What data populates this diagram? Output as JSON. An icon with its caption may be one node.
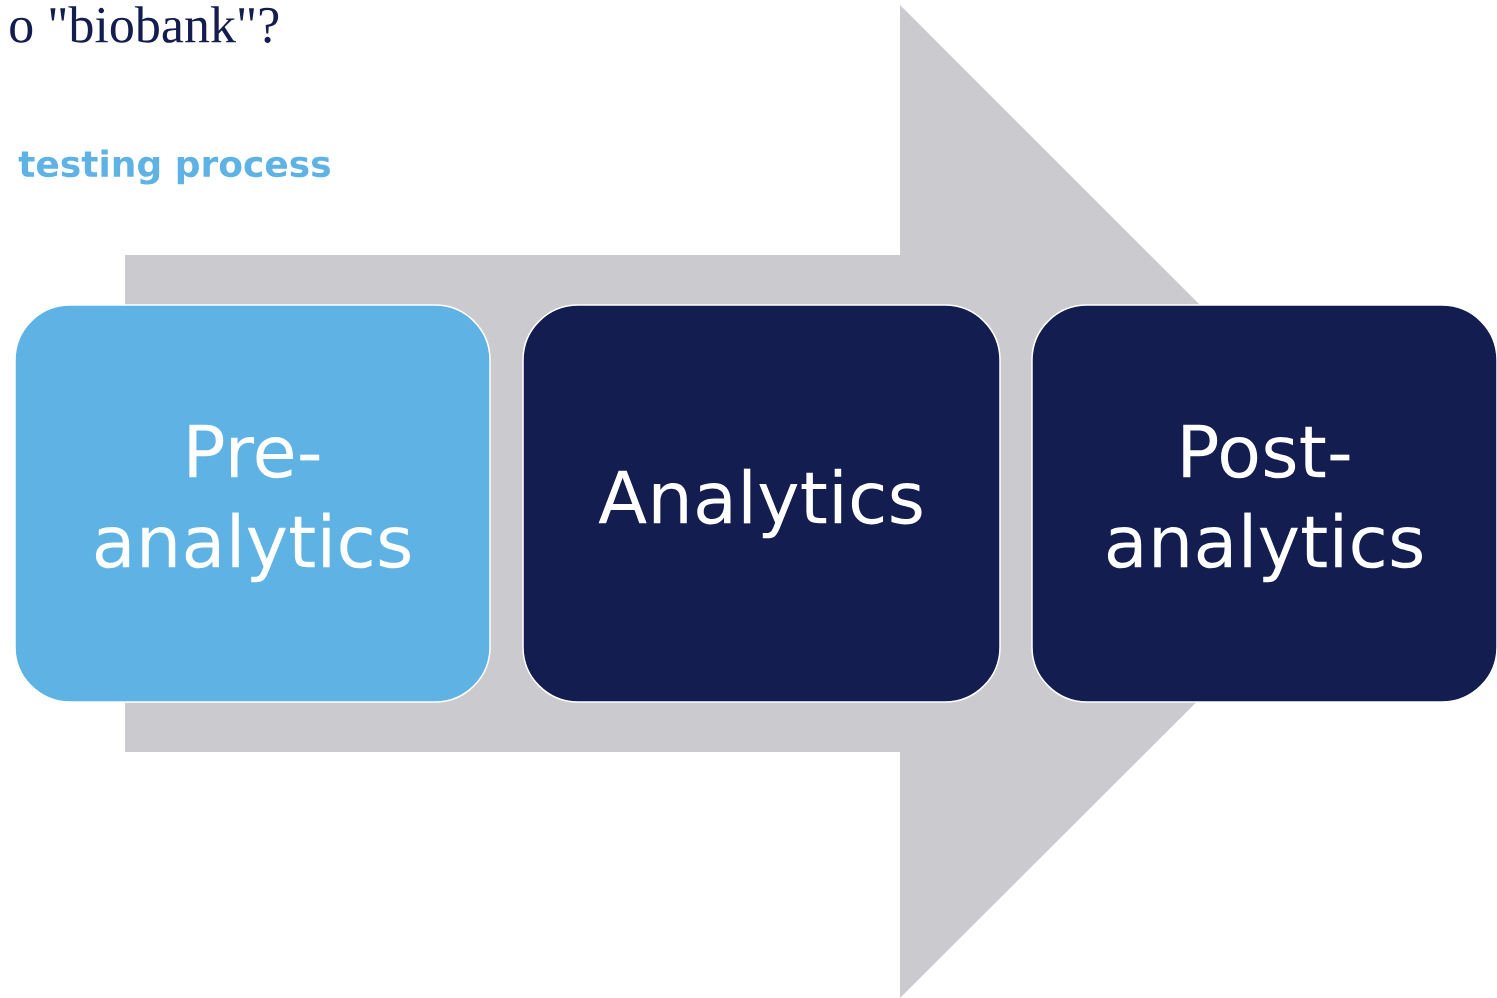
{
  "diagram": {
    "title": "o \"biobank\"?",
    "nodes": [
      {
        "text": [
          "Pre- analytics"
        ]
      },
      {
        "text": [
          "Analytics"
        ]
      },
      {
        "text": [
          "Post- analytics"
        ]
      }
    ],
    "edges": [
      {
        "from": 0,
        "to": 2,
        "arrow": "to"
      }
    ],
    "labels": [
      "testing process"
    ]
  }
}
